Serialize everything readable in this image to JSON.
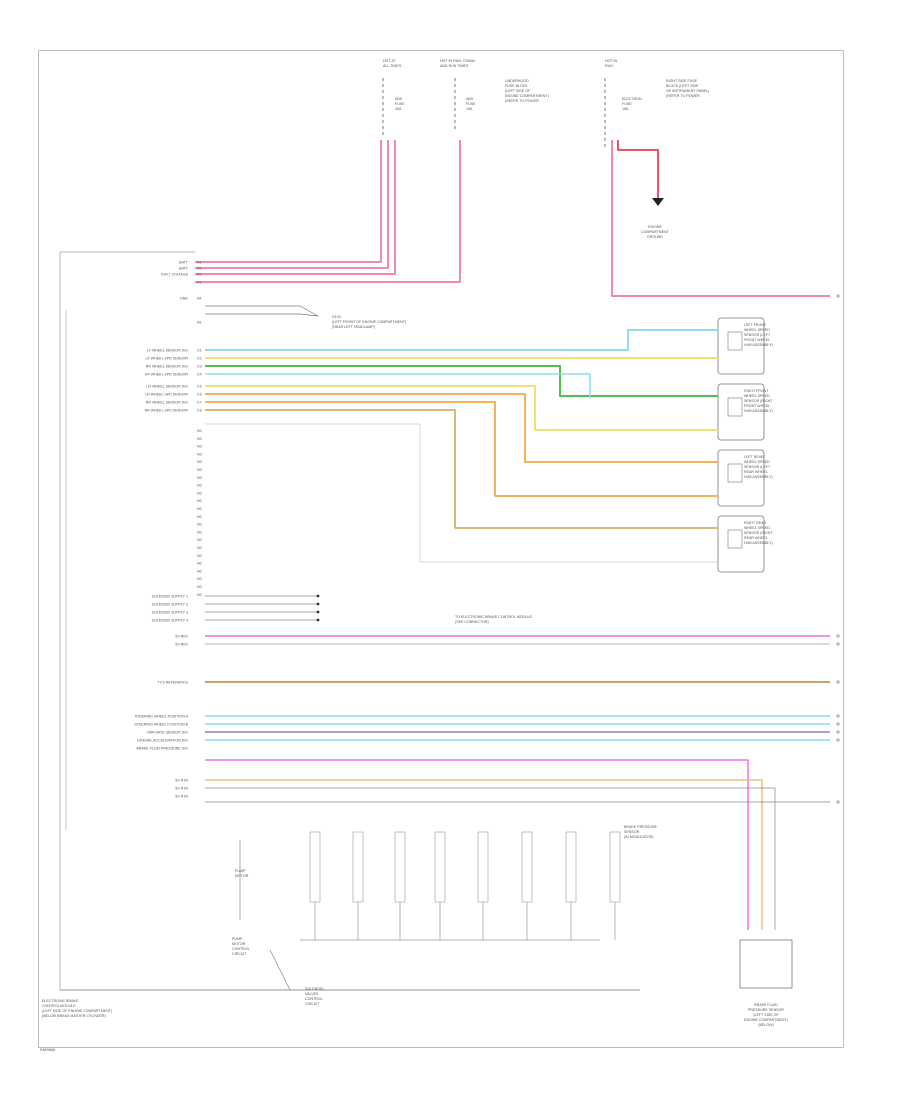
{
  "figure_id": "DM9866",
  "colors": {
    "pink": "#f28ab0",
    "red": "#e8556a",
    "light_blue": "#8fdcf0",
    "yellow": "#f0e07a",
    "green": "#4ec04e",
    "orange": "#f5b25a",
    "tan": "#d7b97e",
    "gray": "#c8c8c8",
    "purple": "#8a7fd8",
    "magenta": "#f06ef0",
    "brown": "#c9a46a"
  },
  "top_connectors": [
    {
      "id": "hot-at-all-times-1",
      "lines": [
        "HOT AT",
        "ALL TIMES"
      ]
    },
    {
      "id": "hot-in-run-crank",
      "lines": [
        "HOT IN RUN, CRANK",
        "AND RUN TIMES"
      ]
    },
    {
      "id": "hot-in-run",
      "lines": [
        "HOT IN",
        "RUN"
      ]
    }
  ],
  "fuse_notes": [
    {
      "id": "fuse-left",
      "lines": [
        "ABS",
        "FUSE",
        "40A"
      ]
    },
    {
      "id": "fuse-mid",
      "lines": [
        "ABS",
        "FUSE",
        "15A"
      ]
    },
    {
      "id": "fuse-right",
      "lines": [
        "ELECTRON",
        "FUSE",
        "15A"
      ]
    }
  ],
  "box_notes": [
    {
      "id": "underhood-fuse-block",
      "lines": [
        "UNDERHOOD",
        "FUSE BLOCK",
        "(LEFT SIDE OF",
        "ENGINE COMPARTMENT)",
        "(REFER TO POWER"
      ]
    },
    {
      "id": "right-side-fuse-block",
      "lines": [
        "RIGHT SIDE FUSE",
        "BLOCK (LEFT SIDE",
        "OF INSTRUMENT PANEL)",
        "(REFER TO POWER"
      ]
    },
    {
      "id": "engine-compartment-ground",
      "lines": [
        "ENGINE",
        "COMPARTMENT",
        "GROUND"
      ]
    }
  ],
  "module_pins": [
    {
      "label": "BATT",
      "code": "A1"
    },
    {
      "label": "BATT",
      "code": "A2"
    },
    {
      "label": "IGN 1 VOLTAGE",
      "code": "B9"
    },
    {
      "label": "",
      "code": "A3"
    },
    {
      "label": "GND",
      "code": "A4"
    },
    {
      "label": "",
      "code": "A5"
    },
    {
      "label": "LF WHEEL SENSOR SIG",
      "code": "C1"
    },
    {
      "label": "LF WHEEL SPD SENSOR",
      "code": "C2"
    },
    {
      "label": "RR WHEEL SENSOR SIG",
      "code": "C3"
    },
    {
      "label": "RF WHEEL SPD SENSOR",
      "code": "C4"
    },
    {
      "label": "LR WHEEL SENSOR SIG",
      "code": "C5"
    },
    {
      "label": "LR WHEEL SPD SENSOR",
      "code": "C6"
    },
    {
      "label": "RR WHEEL SENSOR SIG",
      "code": "C7"
    },
    {
      "label": "RR WHEEL SPD SENSOR",
      "code": "C8"
    }
  ],
  "ground_note": {
    "lines": [
      "G103",
      "(LEFT FRONT OF ENGINE COMPARTMENT)",
      "(NEAR LEFT HEADLAMP)"
    ]
  },
  "wheel_sensors": [
    {
      "id": "left-front",
      "lines": [
        "LEFT FRONT",
        "WHEEL SPEED",
        "SENSOR (LEFT",
        "FRONT WHEEL",
        "HUB ASSEMBLY)"
      ]
    },
    {
      "id": "right-front",
      "lines": [
        "RIGHT FRONT",
        "WHEEL SPEED",
        "SENSOR (RIGHT",
        "FRONT WHEEL",
        "HUB ASSEMBLY)"
      ]
    },
    {
      "id": "left-rear",
      "lines": [
        "LEFT REAR",
        "WHEEL SPEED",
        "SENSOR (LEFT",
        "REAR WHEEL",
        "HUB ASSEMBLY)"
      ]
    },
    {
      "id": "right-rear",
      "lines": [
        "RIGHT REAR",
        "WHEEL SPEED",
        "SENSOR (RIGHT",
        "REAR WHEEL",
        "HUB ASSEMBLY)"
      ]
    }
  ],
  "solenoid_pins": [
    {
      "label": "SOLENOID SUPPLY 1"
    },
    {
      "label": "SOLENOID SUPPLY 2"
    },
    {
      "label": "SOLENOID SUPPLY 3"
    },
    {
      "label": "SOLENOID SUPPLY 4"
    },
    {
      "label": "5V REF"
    },
    {
      "label": "5V REF"
    }
  ],
  "right_note": {
    "lines": [
      "TO ELECTRONIC BRAKE CONTROL MODULE",
      "(SEE CONNECTOR)"
    ]
  },
  "lower_pins": [
    {
      "label": "TCS REFERENCE"
    },
    {
      "label": "STEERING WHEEL POSITION A"
    },
    {
      "label": "STEERING WHEEL POSITION B"
    },
    {
      "label": "YAW RATE SENSOR SIG"
    },
    {
      "label": "LATERAL ACCELERATION SIG"
    },
    {
      "label": "BRAKE FLUID PRESSURE SIG"
    },
    {
      "label": "5V RTN"
    },
    {
      "label": "5V RTN"
    },
    {
      "label": "5V RTN"
    }
  ],
  "bottom_components": [
    {
      "id": "pump-motor",
      "lines": [
        "PUMP",
        "MOTOR"
      ]
    },
    {
      "id": "pump-relay",
      "lines": [
        "PUMP",
        "MOTOR",
        "CONTROL",
        "CIRCUIT"
      ]
    },
    {
      "id": "solenoid-valves",
      "lines": [
        "SOLENOID",
        "VALVES",
        "CONTROL",
        "CIRCUIT"
      ]
    }
  ],
  "brake_pressure_note": {
    "lines": [
      "BRAKE PRESSURE",
      "SENSOR",
      "(IN MODULATOR)"
    ]
  },
  "module_caption": {
    "lines": [
      "ELECTRONIC BRAKE",
      "CONTROL MODULE",
      "(LEFT SIDE OF ENGINE COMPARTMENT)",
      "(BELOW BRAKE MASTER CYLINDER)"
    ]
  },
  "sensor_caption": {
    "lines": [
      "BRAKE FLUID",
      "PRESSURE SENSOR",
      "(LEFT SIDE OF",
      "ENGINE COMPARTMENT)",
      "(BELOW)"
    ]
  }
}
